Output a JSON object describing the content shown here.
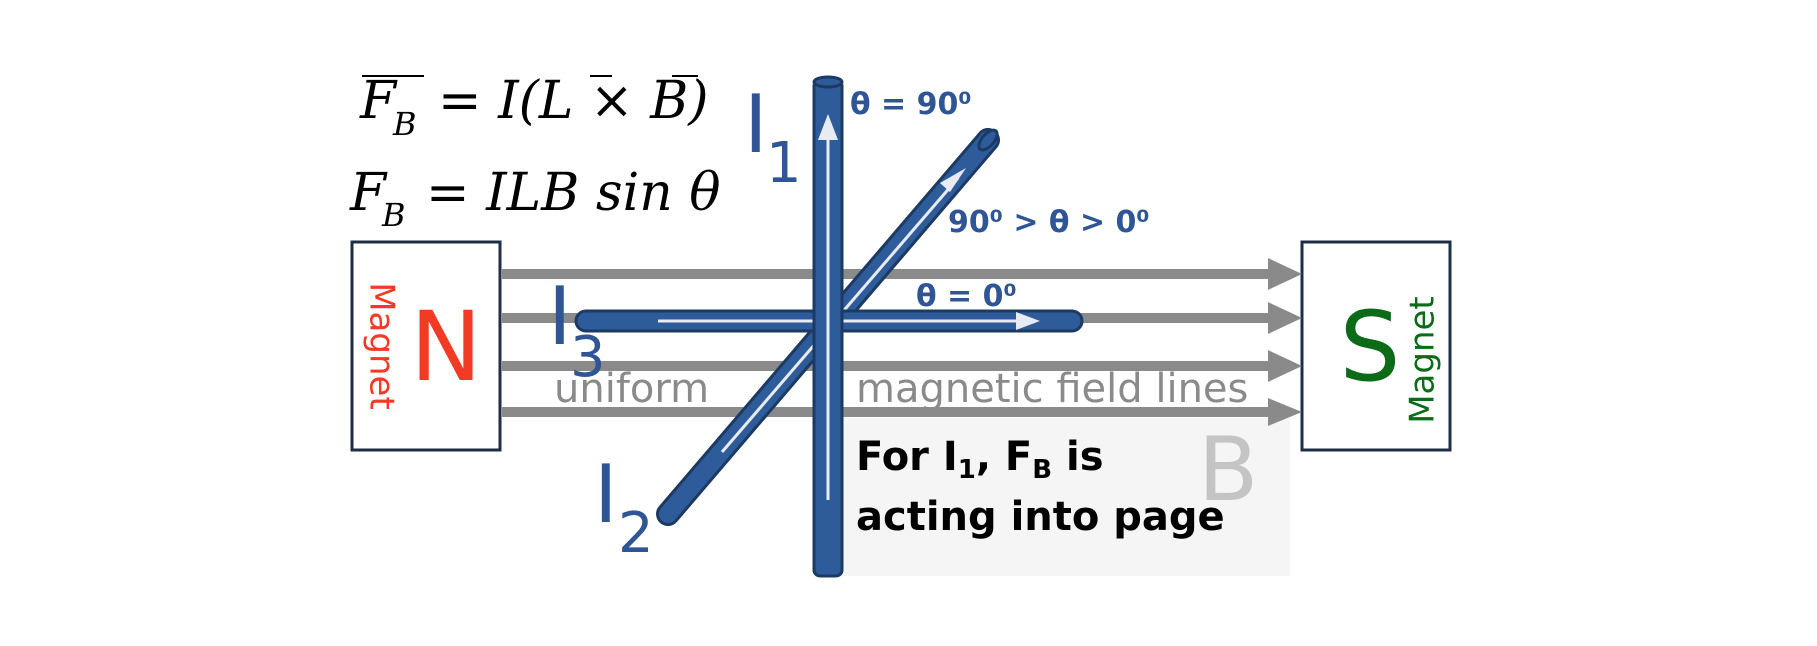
{
  "colors": {
    "wire_fill": "#2e5c9a",
    "wire_stroke": "#1c3a63",
    "wire_label": "#2f5597",
    "field_arrow": "#8a8a8a",
    "north": "#f23a24",
    "south": "#0b6b16",
    "box_border": "#1e2f45",
    "angle_text": "#2f5597",
    "note_bg": "#f5f5f5",
    "b_label": "#c4c4c4"
  },
  "equations": {
    "vector_form": {
      "lhs": "F",
      "lhs_sub": "B",
      "rhs": "= I(L × B)"
    },
    "scalar_form": {
      "lhs": "F",
      "lhs_sub": "B",
      "rhs": "= ILB sin θ"
    }
  },
  "magnets": {
    "north": {
      "pole": "N",
      "label": "Magnet"
    },
    "south": {
      "pole": "S",
      "label": "Magnet"
    }
  },
  "wires": {
    "i1": {
      "letter": "I",
      "sub": "1",
      "angle_label": "θ  = 90⁰"
    },
    "i2": {
      "letter": "I",
      "sub": "2",
      "angle_label": "90⁰ > θ > 0⁰"
    },
    "i3": {
      "letter": "I",
      "sub": "3",
      "angle_label": "θ  = 0⁰"
    }
  },
  "field": {
    "left_label": "uniform",
    "right_label": "magnetic field lines",
    "symbol": "B"
  },
  "note": {
    "line1_prefix": "For I",
    "line1_sub1": "1",
    "line1_mid": ", F",
    "line1_sub2": "B",
    "line1_suffix": " is",
    "line2": "acting into page"
  }
}
